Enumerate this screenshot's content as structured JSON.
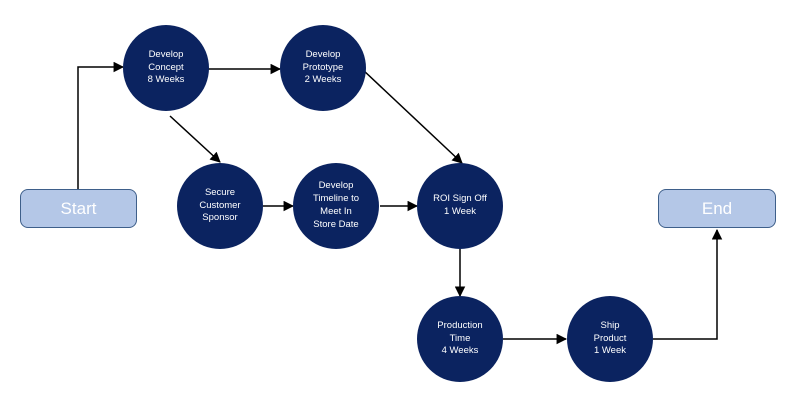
{
  "start_label": "Start",
  "end_label": "End",
  "nodes": {
    "develop_concept": [
      "Develop",
      "Concept",
      "8 Weeks"
    ],
    "develop_prototype": [
      "Develop",
      "Prototype",
      "2 Weeks"
    ],
    "secure_customer_sponsor": [
      "Secure",
      "Customer",
      "Sponsor"
    ],
    "develop_timeline": [
      "Develop",
      "Timeline to",
      "Meet In",
      "Store Date"
    ],
    "roi_sign_off": [
      "ROI Sign Off",
      "1 Week"
    ],
    "production_time": [
      "Production",
      "Time",
      "4 Weeks"
    ],
    "ship_product": [
      "Ship",
      "Product",
      "1 Week"
    ]
  },
  "colors": {
    "node_fill": "#0b2360",
    "terminal_fill": "#b4c7e7",
    "terminal_border": "#3e5f8a",
    "connector": "#000000",
    "text": "#ffffff"
  }
}
